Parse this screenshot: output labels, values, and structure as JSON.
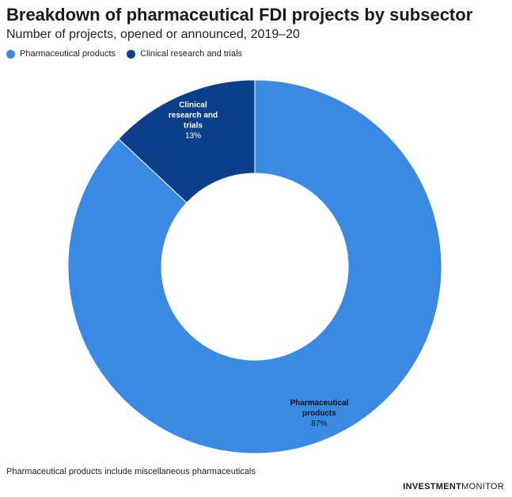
{
  "header": {
    "title": "Breakdown of pharmaceutical FDI projects by subsector",
    "subtitle": "Number of projects, opened or announced, 2019–20"
  },
  "note": "Pharmaceutical products include miscellaneous pharmaceuticals",
  "brand": {
    "part1": "INVESTMENT",
    "part2": "MONITOR"
  },
  "colors": {
    "pharma": "#3a8ae3",
    "clinical": "#0b3f8a",
    "label_on_light": "#111111",
    "label_on_dark": "#ffffff"
  },
  "chart_data": {
    "type": "pie",
    "donut": true,
    "title": "Breakdown of pharmaceutical FDI projects by subsector",
    "subtitle": "Number of projects, opened or announced, 2019–20",
    "legend_position": "top-left",
    "categories": [
      "Pharmaceutical products",
      "Clinical research and trials"
    ],
    "values": [
      87,
      13
    ],
    "unit": "%",
    "labels": [
      {
        "lines": [
          "Pharmaceutical",
          "products"
        ],
        "value": "87%"
      },
      {
        "lines": [
          "Clinical",
          "research and",
          "trials"
        ],
        "value": "13%"
      }
    ]
  }
}
